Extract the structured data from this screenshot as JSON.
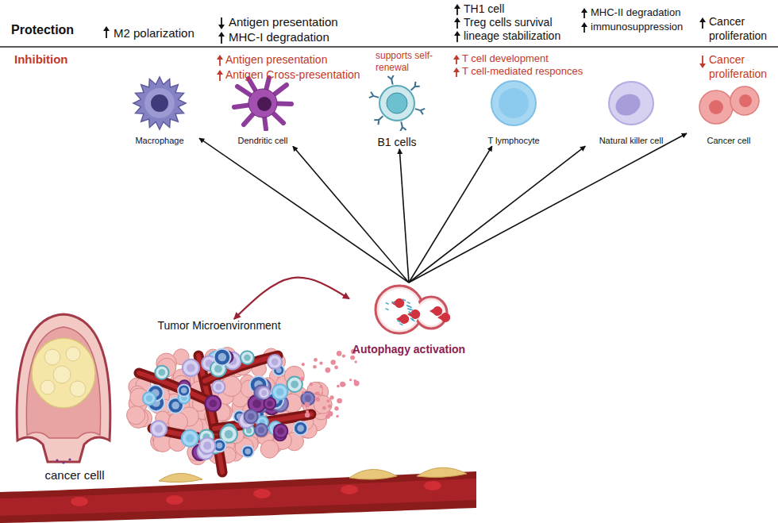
{
  "diagram": {
    "nodes": [
      {
        "text": [
          "Macrophage"
        ]
      },
      {
        "text": [
          "Dendritic cell"
        ]
      },
      {
        "text": [
          "B1 cells"
        ]
      },
      {
        "text": [
          "T lymphocyte"
        ]
      },
      {
        "text": [
          "Natural killer cell"
        ]
      },
      {
        "text": [
          "Cancer cell"
        ]
      },
      {
        "text": [
          "Autophagy activation"
        ]
      },
      {
        "text": [
          "Tumor Microenvironment"
        ]
      },
      {
        "text": [
          "cancer celll"
        ]
      }
    ],
    "edges": [
      {
        "from": 6,
        "to": 0,
        "arrow": "to"
      },
      {
        "from": 6,
        "to": 1,
        "arrow": "to"
      },
      {
        "from": 6,
        "to": 2,
        "arrow": "to"
      },
      {
        "from": 6,
        "to": 3,
        "arrow": "to"
      },
      {
        "from": 6,
        "to": 4,
        "arrow": "to"
      },
      {
        "from": 6,
        "to": 5,
        "arrow": "to"
      },
      {
        "from": 7,
        "to": 6,
        "arrow": "both"
      }
    ],
    "labels": [
      "Protection",
      "Inhibition",
      "M2 polarization",
      "Antigen presentation",
      "MHC-I degradation",
      "Antigen presentation",
      "Antigen Cross-presentation",
      "supports self-renewal",
      "TH1 cell",
      "Treg cells survival",
      "lineage stabilization",
      "T cell development",
      "T cell-mediated responces",
      "MHC-II degradation",
      "immunosuppression",
      "Cancer proliferation",
      "Cancer proliferation"
    ]
  }
}
